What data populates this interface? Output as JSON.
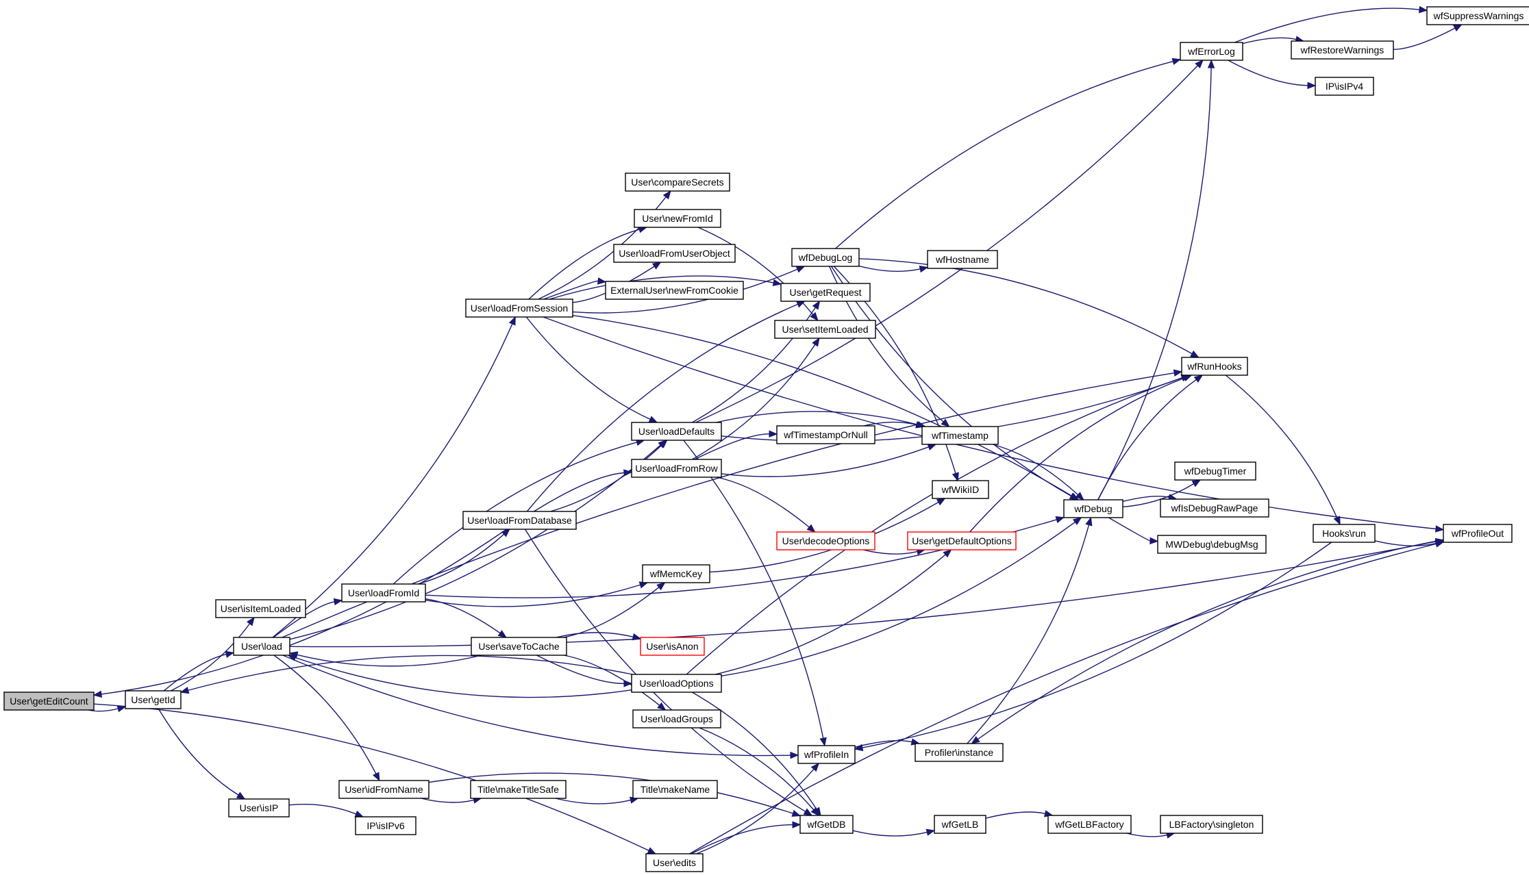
{
  "nodes": [
    {
      "id": "getEditCount",
      "label": "User\\getEditCount",
      "root": true
    },
    {
      "id": "getId",
      "label": "User\\getId"
    },
    {
      "id": "isItemLoaded",
      "label": "User\\isItemLoaded"
    },
    {
      "id": "load",
      "label": "User\\load"
    },
    {
      "id": "isIP",
      "label": "User\\isIP"
    },
    {
      "id": "isIPv6",
      "label": "IP\\isIPv6"
    },
    {
      "id": "loadFromSession",
      "label": "User\\loadFromSession"
    },
    {
      "id": "loadFromId",
      "label": "User\\loadFromId"
    },
    {
      "id": "loadFromDatabase",
      "label": "User\\loadFromDatabase"
    },
    {
      "id": "idFromName",
      "label": "User\\idFromName"
    },
    {
      "id": "saveToCache",
      "label": "User\\saveToCache"
    },
    {
      "id": "edits",
      "label": "User\\edits"
    },
    {
      "id": "compareSecrets",
      "label": "User\\compareSecrets"
    },
    {
      "id": "newFromId",
      "label": "User\\newFromId"
    },
    {
      "id": "loadFromUserObject",
      "label": "User\\loadFromUserObject"
    },
    {
      "id": "newFromCookie",
      "label": "ExternalUser\\newFromCookie"
    },
    {
      "id": "loadDefaults",
      "label": "User\\loadDefaults"
    },
    {
      "id": "loadFromRow",
      "label": "User\\loadFromRow"
    },
    {
      "id": "wfMemcKey",
      "label": "wfMemcKey"
    },
    {
      "id": "isAnon",
      "label": "User\\isAnon",
      "red": true
    },
    {
      "id": "loadOptions",
      "label": "User\\loadOptions"
    },
    {
      "id": "loadGroups",
      "label": "User\\loadGroups"
    },
    {
      "id": "makeTitleSafe",
      "label": "Title\\makeTitleSafe"
    },
    {
      "id": "makeName",
      "label": "Title\\makeName"
    },
    {
      "id": "wfDebugLog",
      "label": "wfDebugLog"
    },
    {
      "id": "getRequest",
      "label": "User\\getRequest"
    },
    {
      "id": "setItemLoaded",
      "label": "User\\setItemLoaded"
    },
    {
      "id": "wfTimestampOrNull",
      "label": "wfTimestampOrNull"
    },
    {
      "id": "decodeOptions",
      "label": "User\\decodeOptions",
      "red": true
    },
    {
      "id": "getDefaultOptions",
      "label": "User\\getDefaultOptions",
      "red": true
    },
    {
      "id": "wfProfileIn",
      "label": "wfProfileIn"
    },
    {
      "id": "wfGetDB",
      "label": "wfGetDB"
    },
    {
      "id": "wfHostname",
      "label": "wfHostname"
    },
    {
      "id": "wfTimestamp",
      "label": "wfTimestamp"
    },
    {
      "id": "wfWikiID",
      "label": "wfWikiID"
    },
    {
      "id": "profilerInstance",
      "label": "Profiler\\instance"
    },
    {
      "id": "wfGetLB",
      "label": "wfGetLB"
    },
    {
      "id": "wfGetLBFactory",
      "label": "wfGetLBFactory"
    },
    {
      "id": "lbSingleton",
      "label": "LBFactory\\singleton"
    },
    {
      "id": "wfErrorLog",
      "label": "wfErrorLog"
    },
    {
      "id": "wfRunHooks",
      "label": "wfRunHooks"
    },
    {
      "id": "wfDebug",
      "label": "wfDebug"
    },
    {
      "id": "wfRestoreWarnings",
      "label": "wfRestoreWarnings"
    },
    {
      "id": "isIPv4",
      "label": "IP\\isIPv4"
    },
    {
      "id": "wfSuppressWarnings",
      "label": "wfSuppressWarnings"
    },
    {
      "id": "wfDebugTimer",
      "label": "wfDebugTimer"
    },
    {
      "id": "wfIsDebugRawPage",
      "label": "wfIsDebugRawPage"
    },
    {
      "id": "debugMsg",
      "label": "MWDebug\\debugMsg"
    },
    {
      "id": "hooksRun",
      "label": "Hooks\\run"
    },
    {
      "id": "wfProfileOut",
      "label": "wfProfileOut"
    }
  ],
  "edges": [
    [
      "getEditCount",
      "getId"
    ],
    [
      "getEditCount",
      "edits"
    ],
    [
      "getId",
      "isItemLoaded"
    ],
    [
      "getId",
      "load"
    ],
    [
      "getId",
      "isIP"
    ],
    [
      "isIP",
      "isIPv6"
    ],
    [
      "load",
      "loadFromSession"
    ],
    [
      "load",
      "loadFromId"
    ],
    [
      "load",
      "loadDefaults"
    ],
    [
      "load",
      "idFromName"
    ],
    [
      "load",
      "wfProfileIn"
    ],
    [
      "load",
      "wfRunHooks"
    ],
    [
      "load",
      "wfProfileOut"
    ],
    [
      "loadFromDatabase",
      "getEditCount"
    ],
    [
      "loadFromDatabase",
      "loadDefaults"
    ],
    [
      "loadFromDatabase",
      "loadFromRow"
    ],
    [
      "loadFromDatabase",
      "wfGetDB"
    ],
    [
      "loadFromDatabase",
      "getRequest"
    ],
    [
      "loadFromId",
      "loadFromDatabase"
    ],
    [
      "loadFromId",
      "saveToCache"
    ],
    [
      "loadFromId",
      "wfMemcKey"
    ],
    [
      "loadFromId",
      "loadDefaults"
    ],
    [
      "loadFromId",
      "wfDebug"
    ],
    [
      "saveToCache",
      "load"
    ],
    [
      "saveToCache",
      "wfMemcKey"
    ],
    [
      "saveToCache",
      "isAnon"
    ],
    [
      "saveToCache",
      "loadOptions"
    ],
    [
      "saveToCache",
      "loadGroups"
    ],
    [
      "loadOptions",
      "getId"
    ],
    [
      "loadOptions",
      "load"
    ],
    [
      "loadOptions",
      "getDefaultOptions"
    ],
    [
      "loadOptions",
      "wfGetDB"
    ],
    [
      "loadOptions",
      "wfDebug"
    ],
    [
      "loadOptions",
      "wfRunHooks"
    ],
    [
      "loadFromSession",
      "compareSecrets"
    ],
    [
      "loadFromSession",
      "newFromId"
    ],
    [
      "loadFromSession",
      "loadFromUserObject"
    ],
    [
      "loadFromSession",
      "newFromCookie"
    ],
    [
      "loadFromSession",
      "loadDefaults"
    ],
    [
      "loadFromSession",
      "getRequest"
    ],
    [
      "loadFromSession",
      "wfDebugLog"
    ],
    [
      "loadFromSession",
      "wfDebug"
    ],
    [
      "loadFromSession",
      "wfProfileOut"
    ],
    [
      "newFromId",
      "setItemLoaded"
    ],
    [
      "loadDefaults",
      "wfRunHooks"
    ],
    [
      "loadDefaults",
      "wfTimestamp"
    ],
    [
      "loadDefaults",
      "getRequest"
    ],
    [
      "loadDefaults",
      "wfProfileIn"
    ],
    [
      "loadDefaults",
      "wfErrorLog"
    ],
    [
      "loadFromRow",
      "wfTimestampOrNull"
    ],
    [
      "loadFromRow",
      "wfTimestamp"
    ],
    [
      "loadFromRow",
      "decodeOptions"
    ],
    [
      "loadFromRow",
      "setItemLoaded"
    ],
    [
      "wfTimestampOrNull",
      "wfTimestamp"
    ],
    [
      "decodeOptions",
      "getDefaultOptions"
    ],
    [
      "getDefaultOptions",
      "wfRunHooks"
    ],
    [
      "wfDebugLog",
      "wfHostname"
    ],
    [
      "wfDebugLog",
      "wfRunHooks"
    ],
    [
      "wfDebugLog",
      "wfTimestamp"
    ],
    [
      "wfDebugLog",
      "wfWikiID"
    ],
    [
      "wfDebugLog",
      "wfDebug"
    ],
    [
      "wfDebugLog",
      "wfErrorLog"
    ],
    [
      "wfMemcKey",
      "wfWikiID"
    ],
    [
      "loadGroups",
      "wfGetDB"
    ],
    [
      "idFromName",
      "makeTitleSafe"
    ],
    [
      "idFromName",
      "wfGetDB"
    ],
    [
      "makeTitleSafe",
      "makeName"
    ],
    [
      "edits",
      "wfGetDB"
    ],
    [
      "edits",
      "wfProfileIn"
    ],
    [
      "edits",
      "wfProfileOut"
    ],
    [
      "wfGetDB",
      "wfGetLB"
    ],
    [
      "wfGetLB",
      "wfGetLBFactory"
    ],
    [
      "wfGetLBFactory",
      "lbSingleton"
    ],
    [
      "wfProfileIn",
      "profilerInstance"
    ],
    [
      "profilerInstance",
      "wfDebug"
    ],
    [
      "wfTimestamp",
      "wfDebug"
    ],
    [
      "wfDebug",
      "wfErrorLog"
    ],
    [
      "wfDebug",
      "wfRunHooks"
    ],
    [
      "wfDebug",
      "wfDebugTimer"
    ],
    [
      "wfDebug",
      "wfIsDebugRawPage"
    ],
    [
      "wfDebug",
      "debugMsg"
    ],
    [
      "wfErrorLog",
      "wfRestoreWarnings"
    ],
    [
      "wfErrorLog",
      "isIPv4"
    ],
    [
      "wfErrorLog",
      "wfSuppressWarnings"
    ],
    [
      "wfRestoreWarnings",
      "wfSuppressWarnings"
    ],
    [
      "wfRunHooks",
      "hooksRun"
    ],
    [
      "hooksRun",
      "wfProfileOut"
    ],
    [
      "hooksRun",
      "wfProfileIn"
    ],
    [
      "wfProfileOut",
      "profilerInstance"
    ]
  ]
}
